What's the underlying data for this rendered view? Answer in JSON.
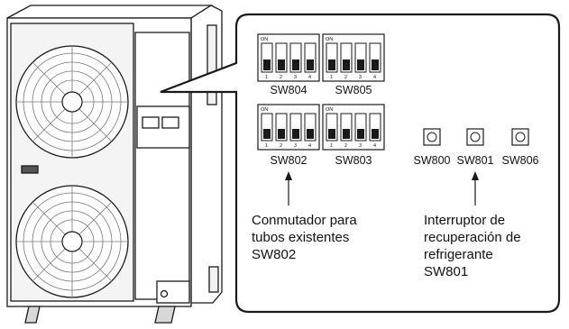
{
  "dip_switches": [
    {
      "id": "SW804",
      "on_label": "ON",
      "positions": [
        "1",
        "2",
        "3",
        "4"
      ]
    },
    {
      "id": "SW805",
      "on_label": "ON",
      "positions": [
        "1",
        "2",
        "3",
        "4"
      ]
    },
    {
      "id": "SW802",
      "on_label": "ON",
      "positions": [
        "1",
        "2",
        "3",
        "4"
      ]
    },
    {
      "id": "SW803",
      "on_label": "ON",
      "positions": [
        "1",
        "2",
        "3",
        "4"
      ]
    }
  ],
  "push_buttons": [
    {
      "id": "SW800"
    },
    {
      "id": "SW801"
    },
    {
      "id": "SW806"
    }
  ],
  "callouts": {
    "left": [
      "Conmutador para",
      "tubos existentes",
      "SW802"
    ],
    "right": [
      "Interruptor de",
      "recuperación de",
      "refrigerante",
      "SW801"
    ]
  }
}
